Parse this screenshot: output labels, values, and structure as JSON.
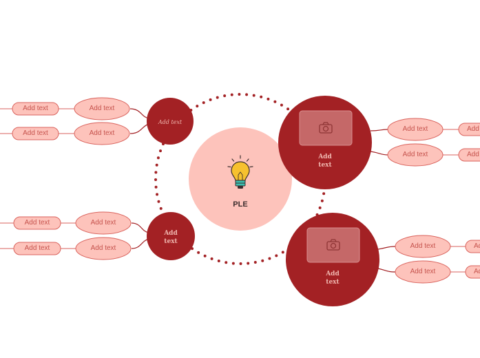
{
  "center": {
    "label": "PLE",
    "icon": "lightbulb-icon"
  },
  "hubs": [
    {
      "id": "hub-left-top",
      "label": "Add text"
    },
    {
      "id": "hub-left-bottom",
      "label": "Add\ntext"
    },
    {
      "id": "hub-right-top",
      "label": "Add\ntext",
      "image_placeholder": "camera-icon"
    },
    {
      "id": "hub-right-bottom",
      "label": "Add\ntext",
      "image_placeholder": "camera-icon"
    }
  ],
  "branches": {
    "left_top": [
      "Add text",
      "Add text"
    ],
    "left_top_outer": [
      "Add text",
      "Add text"
    ],
    "left_bottom": [
      "Add text",
      "Add text"
    ],
    "left_bottom_outer": [
      "Add text",
      "Add text"
    ],
    "right_top": [
      "Add text",
      "Add text"
    ],
    "right_top_outer": [
      "Add",
      "Add"
    ],
    "right_bottom": [
      "Add text",
      "Add text"
    ],
    "right_bottom_outer": [
      "Add",
      "Add"
    ]
  },
  "colors": {
    "hub": "#a32124",
    "center_fill": "#fdc3bb",
    "pill_fill": "#fdc3bb",
    "pill_stroke": "#d9625c",
    "connector": "#a32124",
    "bulb": "#f7c12e"
  }
}
